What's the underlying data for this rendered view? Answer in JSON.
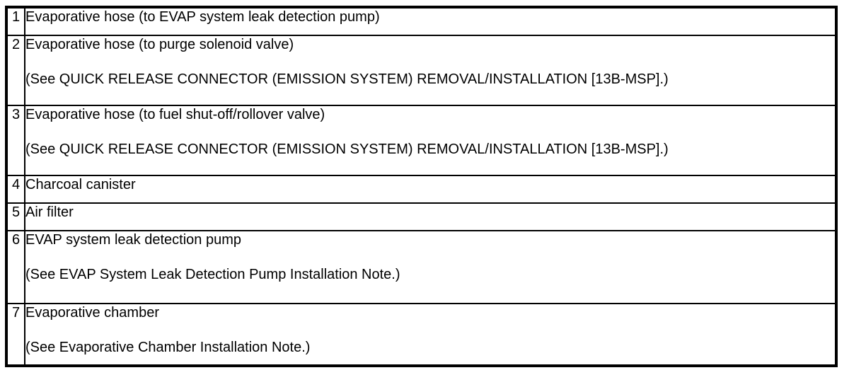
{
  "table": {
    "rows": [
      {
        "num": "1",
        "item": "Evaporative hose (to EVAP system leak detection pump)",
        "note": ""
      },
      {
        "num": "2",
        "item": "Evaporative hose (to purge solenoid valve)",
        "note": "(See QUICK RELEASE CONNECTOR (EMISSION SYSTEM) REMOVAL/INSTALLATION [13B-MSP].)"
      },
      {
        "num": "3",
        "item": "Evaporative hose (to fuel shut-off/rollover valve)",
        "note": "(See QUICK RELEASE CONNECTOR (EMISSION SYSTEM) REMOVAL/INSTALLATION [13B-MSP].)"
      },
      {
        "num": "4",
        "item": "Charcoal canister",
        "note": ""
      },
      {
        "num": "5",
        "item": "Air filter",
        "note": ""
      },
      {
        "num": "6",
        "item": "EVAP system leak detection pump",
        "note": "(See EVAP System Leak Detection Pump Installation Note.)"
      },
      {
        "num": "7",
        "item": "Evaporative chamber",
        "note": "(See Evaporative Chamber Installation Note.)"
      }
    ],
    "colors": {
      "border": "#000000",
      "text": "#000000",
      "background": "#ffffff"
    }
  }
}
